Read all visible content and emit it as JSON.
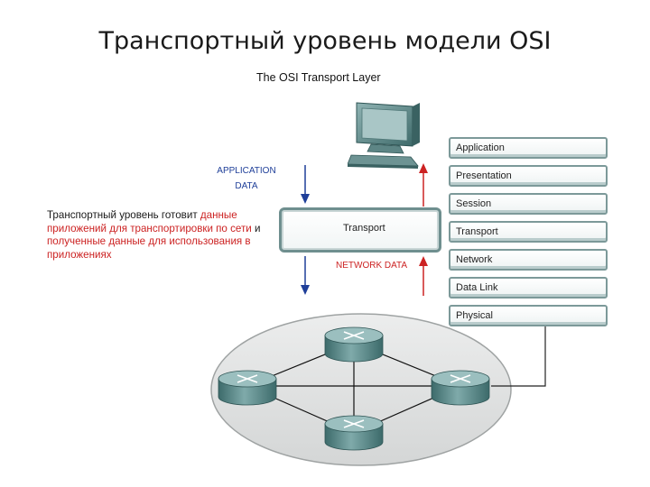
{
  "title": "Транспортный уровень модели OSI",
  "figure_title": "The OSI Transport Layer",
  "application_data_line1": "APPLICATION",
  "application_data_line2": "DATA",
  "network_data": "NETWORK DATA",
  "transport_box_label": "Transport",
  "layers": [
    "Application",
    "Presentation",
    "Session",
    "Transport",
    "Network",
    "Data Link",
    "Physical"
  ],
  "description": {
    "part1": "Транспортный уровень готовит",
    "part2": "данные приложений для транспортировки по сети",
    "part3": " и ",
    "part4": "полученные данные для использования в приложениях"
  },
  "colors": {
    "blue_arrow": "#1f3f99",
    "red_arrow": "#cc2222",
    "teal_device": "#4a7878",
    "layer_border": "#7c9999"
  },
  "icons": [
    "computer-icon",
    "router-icon"
  ]
}
